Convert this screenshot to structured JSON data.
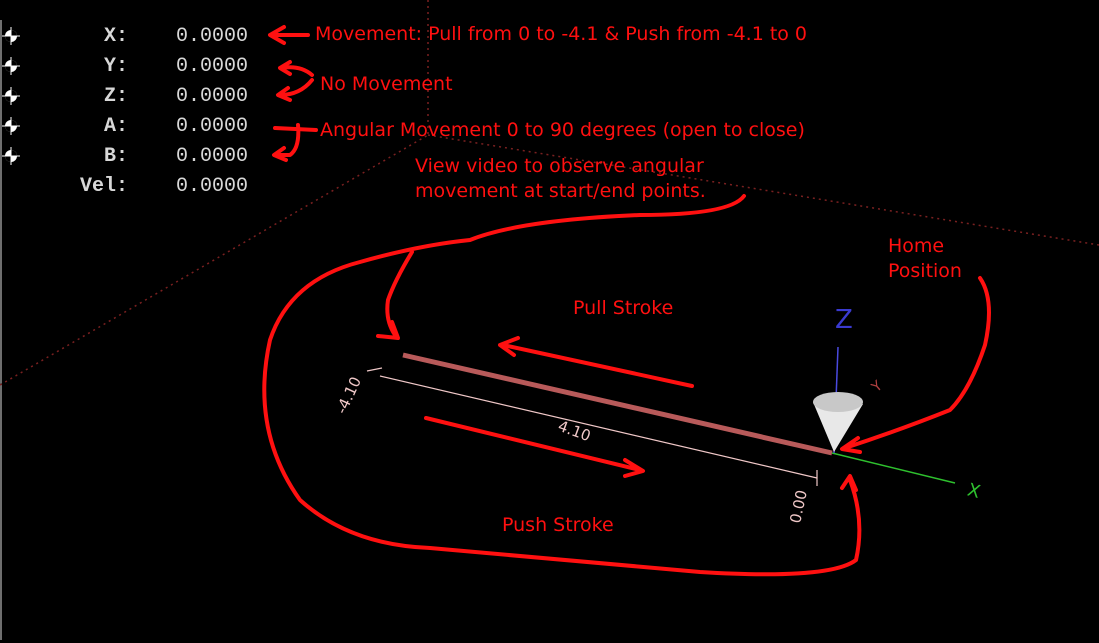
{
  "dro": [
    {
      "axis": "X:",
      "value": "0.0000",
      "homed": true
    },
    {
      "axis": "Y:",
      "value": "0.0000",
      "homed": true
    },
    {
      "axis": "Z:",
      "value": "0.0000",
      "homed": true
    },
    {
      "axis": "A:",
      "value": "0.0000",
      "homed": true
    },
    {
      "axis": "B:",
      "value": "0.0000",
      "homed": true
    },
    {
      "axis": "Vel:",
      "value": "0.0000",
      "homed": false
    }
  ],
  "annotations": {
    "x_movement": "Movement: Pull from 0 to -4.1 & Push from -4.1 to 0",
    "no_movement": "No Movement",
    "angular": "Angular Movement 0 to 90 degrees (open to close)",
    "video_line1": "View video to observe angular",
    "video_line2": "movement at start/end points.",
    "home_line1": "Home",
    "home_line2": "Position",
    "pull": "Pull Stroke",
    "push": "Push Stroke"
  },
  "preview": {
    "dim_start": "-4.10",
    "dim_length": "4.10",
    "dim_end": "0.00",
    "axis_x": "X",
    "axis_y": "Y",
    "axis_z": "Z"
  },
  "colors": {
    "annotation": "#ff1010",
    "toolpath": "#b85a5a",
    "dimension": "#f0c8c8",
    "x_axis": "#2ec02e",
    "z_axis": "#3a3ad0",
    "y_axis": "#b04040"
  }
}
